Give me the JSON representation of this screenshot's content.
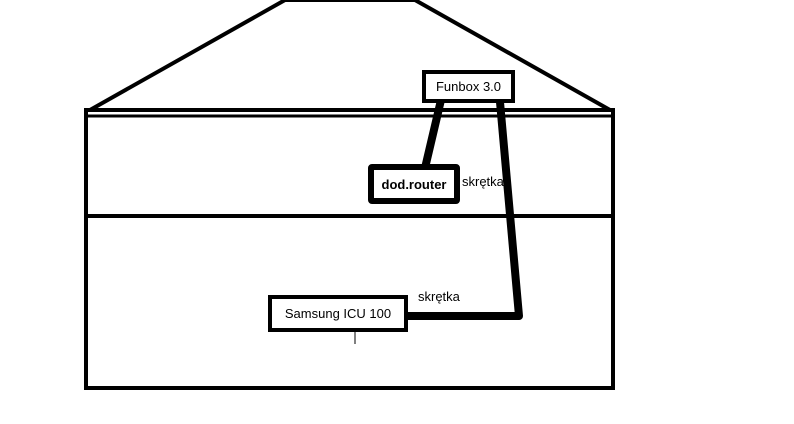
{
  "nodes": {
    "funbox": "Funbox 3.0",
    "router": "dod.router",
    "samsung": "Samsung ICU 100"
  },
  "cables": {
    "upper": "skrętka",
    "lower": "skrętka"
  },
  "colors": {
    "ink": "#000000",
    "background": "#ffffff"
  }
}
